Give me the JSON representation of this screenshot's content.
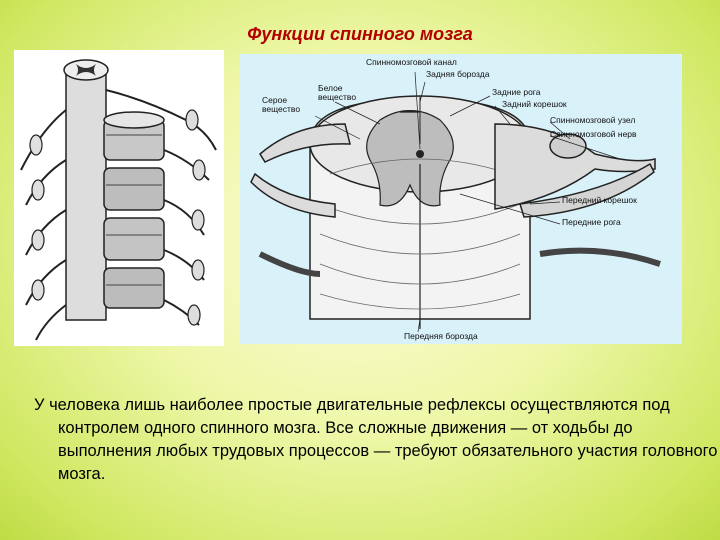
{
  "slide": {
    "title": "Функции спинного мозга",
    "body": "У человека лишь наиболее простые двигательные рефлексы осуществляются под контролем одного спинного мозга. Все сложные движения — от ходьбы до выполнения любых трудовых процессов — требуют обязательного участия головного мозга."
  },
  "figure": {
    "labels": {
      "canal": "Спинномозговой канал",
      "posterior_groove": "Задняя борозда",
      "white_matter": "Белое\nвещество",
      "gray_matter": "Серое\nвещество",
      "posterior_horns": "Задние рога",
      "posterior_root": "Задний корешок",
      "ganglion": "Спинномозговой узел",
      "spinal_nerve": "Спинномозговой нерв",
      "anterior_root": "Передний корешок",
      "anterior_horns": "Передние рога",
      "anterior_groove": "Передняя борозда"
    }
  }
}
